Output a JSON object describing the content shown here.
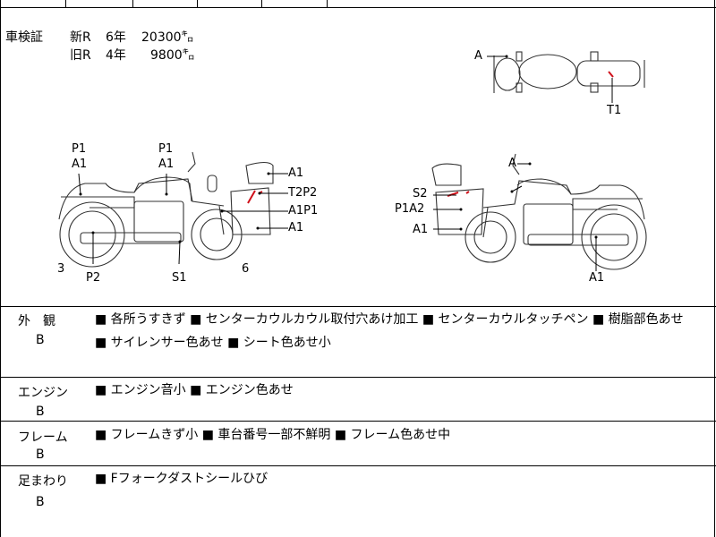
{
  "header": {
    "label": "車検証",
    "new_r": "新R",
    "new_years": "6年",
    "new_km": "20300㌔",
    "old_r": "旧R",
    "old_years": "4年",
    "old_km": "9800㌔"
  },
  "diagram_labels": {
    "top_A": "A",
    "top_T1": "T1",
    "left_P1_a": "P1",
    "left_A1_a": "A1",
    "left_P1_b": "P1",
    "left_A1_b": "A1",
    "left_A1_c": "A1",
    "left_T2P2": "T2P2",
    "left_A1P1": "A1P1",
    "left_A1_d": "A1",
    "left_3": "3",
    "left_P2": "P2",
    "left_S1": "S1",
    "left_6": "6",
    "right_A": "A",
    "right_S2": "S2",
    "right_P1A2": "P1A2",
    "right_A1_a": "A1",
    "right_A1_b": "A1"
  },
  "sections": [
    {
      "category": "外　観",
      "grade": "B",
      "items": [
        "■ 各所うすきず ■ センターカウルカウル取付穴あけ加工 ■ センターカウルタッチペン ■ 樹脂部色あせ",
        "■ サイレンサー色あせ ■ シート色あせ小"
      ]
    },
    {
      "category": "エンジン",
      "grade": "B",
      "items": [
        "■ エンジン音小 ■ エンジン色あせ"
      ]
    },
    {
      "category": "フレーム",
      "grade": "B",
      "items": [
        "■ フレームきず小 ■ 車台番号一部不鮮明 ■ フレーム色あせ中"
      ]
    },
    {
      "category": "足まわり",
      "grade": "B",
      "items": [
        "■ Fフォークダストシールひび"
      ]
    }
  ],
  "colors": {
    "damage_mark": "#d0101a"
  }
}
